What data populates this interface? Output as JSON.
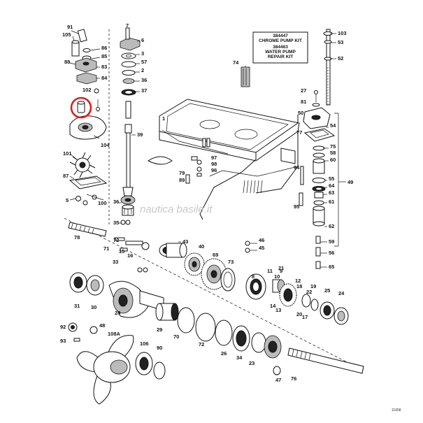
{
  "kit_box": {
    "line1": "384447",
    "line2": "CHROME PUMP KIT",
    "line3": "384463",
    "line4": "WATER PUMP",
    "line5": "REPAIR KIT"
  },
  "watermark": "nautica basile.it",
  "drawing_number": "11658",
  "highlight_color": "#d9201f",
  "callouts": [
    "91",
    "105",
    "86",
    "85",
    "88",
    "83",
    "84",
    "102",
    "104",
    "101",
    "87",
    "5",
    "100",
    "7",
    "6",
    "3",
    "57",
    "2",
    "36",
    "37",
    "1",
    "39",
    "97",
    "98",
    "96",
    "79",
    "89",
    "36",
    "35",
    "74",
    "103",
    "53",
    "52",
    "27",
    "81",
    "50",
    "54",
    "77",
    "75",
    "58",
    "60",
    "94",
    "55",
    "64",
    "63",
    "61",
    "49",
    "95",
    "62",
    "59",
    "56",
    "65",
    "78",
    "71",
    "72",
    "15",
    "16",
    "33",
    "43",
    "40",
    "69",
    "73",
    "46",
    "45",
    "31",
    "30",
    "28",
    "29",
    "70",
    "72",
    "26",
    "34",
    "23",
    "11",
    "10",
    "9",
    "21",
    "12",
    "14",
    "13",
    "18",
    "20",
    "17",
    "19",
    "22",
    "25",
    "24",
    "92",
    "48",
    "93",
    "108A",
    "106",
    "90",
    "47",
    "76",
    "8"
  ]
}
